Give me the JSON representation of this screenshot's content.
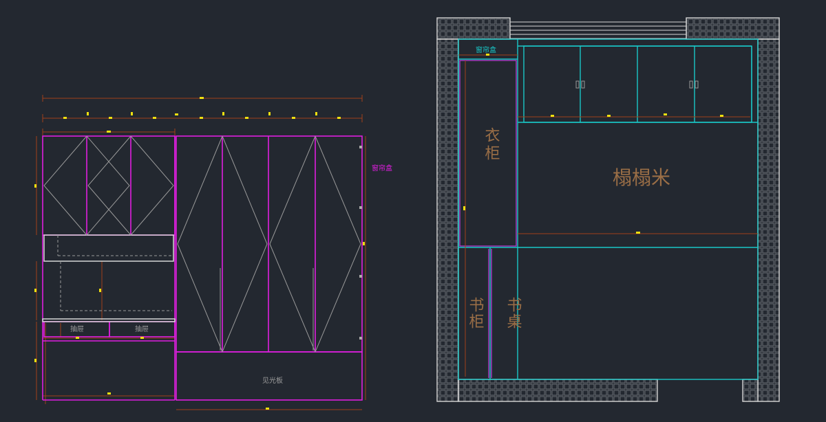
{
  "drawing": {
    "elevation": {
      "curtain_box_label": "窗帘盒",
      "drawer_left_label": "抽屉",
      "drawer_right_label": "抽屉",
      "backlight_panel_label": "见光板"
    },
    "plan": {
      "curtain_box_label": "窗帘盒",
      "wardrobe_label": "衣柜",
      "tatami_label": "榻榻米",
      "bookcase_label": "书柜",
      "desk_label": "书桌"
    }
  },
  "colors": {
    "background": "#232830",
    "magenta": "#e01ee0",
    "white": "#d8d8d8",
    "gray_line": "#9a9a9a",
    "cyan": "#19c8c8",
    "dimension": "#a0401a",
    "marker": "#f0e010",
    "label_brown": "#9a6e46"
  }
}
